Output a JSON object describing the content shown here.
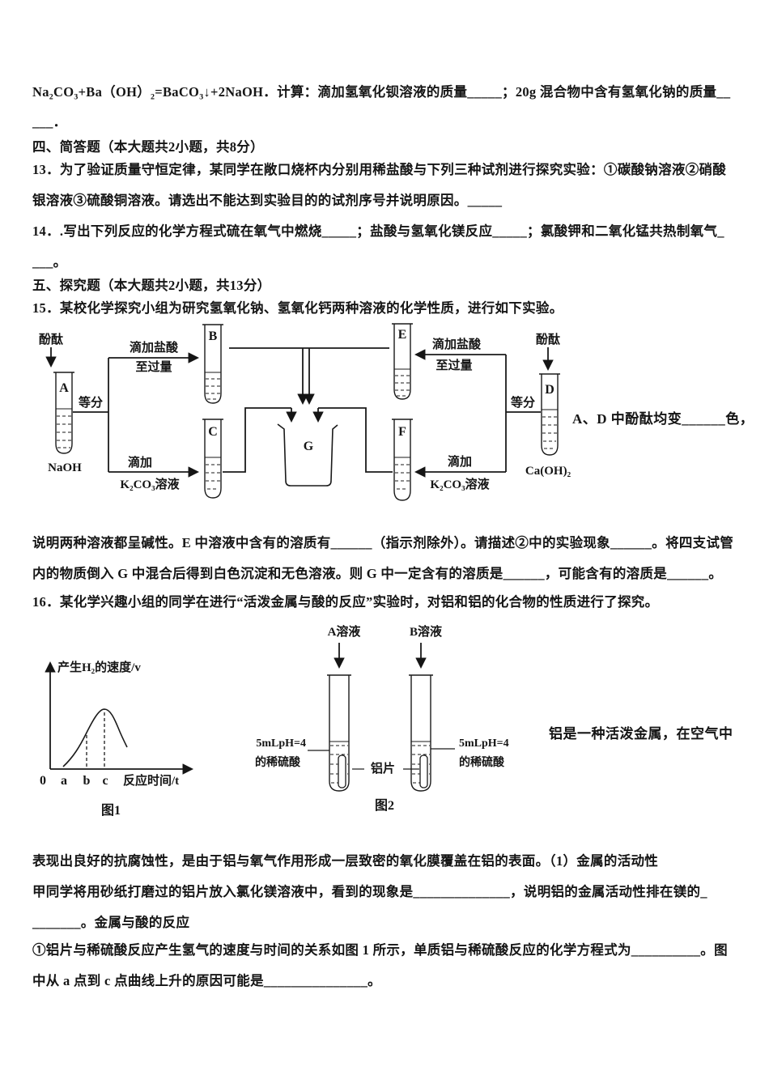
{
  "page": {
    "background": "#ffffff",
    "text_color": "#151515"
  },
  "lines": {
    "l01": "Na₂CO₃+Ba（OH）₂=BaCO₃↓+2NaOH．计算：滴加氢氧化钡溶液的质量_____；20g 混合物中含有氢氧化钠的质量__",
    "l02": "___．",
    "l03": "四、简答题（本大题共2小题，共8分）",
    "l04": "13．为了验证质量守恒定律，某同学在敞口烧杯内分别用稀盐酸与下列三种试剂进行探究实验：①碳酸钠溶液②硝酸",
    "l05": "银溶液③硫酸铜溶液。请选出不能达到实验目的的试剂序号并说明原因。_____",
    "l06": "14．.写出下列反应的化学方程式硫在氧气中燃烧_____；盐酸与氢氧化镁反应_____；氯酸钾和二氧化锰共热制氧气_",
    "l07": "___。",
    "l08": "五、探究题（本大题共2小题，共13分）",
    "l09": "15．某校化学探究小组为研究氢氧化钠、氢氧化钙两种溶液的化学性质，进行如下实验。",
    "l10": "说明两种溶液都呈碱性。E 中溶液中含有的溶质有______（指示剂除外）。请描述②中的实验现象______。将四支试管",
    "l11": "内的物质倒入 G 中混合后得到白色沉淀和无色溶液。则 G 中一定含有的溶质是______，可能含有的溶质是______。",
    "l12": "16．某化学兴趣小组的同学在进行“活泼金属与酸的反应”实验时，对铝和铝的化合物的性质进行了探究。",
    "l13": "表现出良好的抗腐蚀性，是由于铝与氧气作用形成一层致密的氧化膜覆盖在铝的表面。（1）金属的活动性",
    "l14": "甲同学将用砂纸打磨过的铝片放入氯化镁溶液中，看到的现象是______________，说明铝的金属活动性排在镁的_",
    "l15": "_______。金属与酸的反应",
    "l16": "①铝片与稀硫酸反应产生氢气的速度与时间的关系如图 1 所示，单质铝与稀硫酸反应的化学方程式为__________。图",
    "l17": "中从 a 点到 c 点曲线上升的原因可能是_______________。"
  },
  "diagram1": {
    "phen_left": "酚酞",
    "tube_a": "A",
    "naoh": "NaOH",
    "dengfen_left": "等分",
    "hcl_l1": "滴加盐酸",
    "hcl_l2": "至过量",
    "tube_b": "B",
    "k2co3_l1": "滴加",
    "k2co3_l2": "K₂CO₃溶液",
    "tube_c": "C",
    "beaker_g": "G",
    "tube_e": "E",
    "hcl_r1": "滴加盐酸",
    "hcl_r2": "至过量",
    "tube_f": "F",
    "k2co3_r1": "滴加",
    "k2co3_r2": "K₂CO₃溶液",
    "dengfen_right": "等分",
    "tube_d": "D",
    "phen_right": "酚酞",
    "caoh2": "Ca(OH)₂",
    "side_note": "A、D 中酚酞均变______色，"
  },
  "figure1": {
    "ylabel": "产生H₂的速度/v",
    "xlabel": "反应时间/t",
    "tick0": "0",
    "tick_a": "a",
    "tick_b": "b",
    "tick_c": "c",
    "caption": "图1"
  },
  "figure2": {
    "sol_a": "A溶液",
    "sol_b": "B溶液",
    "acid_left1": "5mLpH=4",
    "acid_left2": "的稀硫酸",
    "acid_right1": "5mLpH=4",
    "acid_right2": "的稀硫酸",
    "al_piece": "铝片",
    "caption": "图2",
    "side_note": "铝是一种活泼金属，在空气中"
  },
  "chart_data": {
    "type": "line",
    "title": "图1",
    "xlabel": "反应时间/t",
    "ylabel": "产生H₂的速度/v",
    "x_ticks": [
      "0",
      "a",
      "b",
      "c"
    ],
    "dashed_guides_at": [
      "b",
      "c"
    ],
    "series": [
      {
        "name": "产生H₂的速度",
        "x_norm": [
          0.15,
          0.25,
          0.32,
          0.38,
          0.44,
          0.52,
          0.57
        ],
        "y_norm": [
          0.0,
          0.3,
          0.55,
          0.85,
          1.0,
          0.55,
          0.35
        ],
        "description": "曲线从 a 点开始上升，在 c 点附近达到峰值后下降"
      }
    ]
  }
}
